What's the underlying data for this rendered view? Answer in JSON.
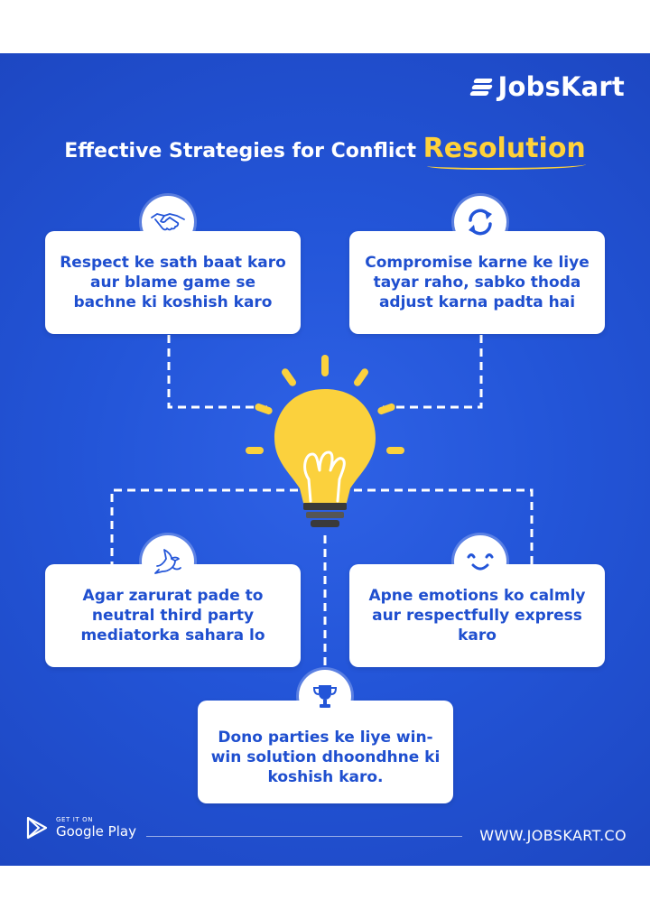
{
  "brand": {
    "name": "JobsKart"
  },
  "title": {
    "prefix": "Effective Strategies for Conflict ",
    "highlight": "Resolution"
  },
  "cards": [
    {
      "text": "Respect ke sath baat karo aur blame game se bachne ki koshish karo",
      "icon": "handshake-icon"
    },
    {
      "text": "Compromise karne ke liye tayar raho, sabko thoda adjust karna padta hai",
      "icon": "refresh-icon"
    },
    {
      "text": "Agar zarurat pade to neutral third party mediatorka sahara lo",
      "icon": "dove-icon"
    },
    {
      "text": "Apne emotions ko calmly aur respectfully express karo",
      "icon": "smile-icon"
    },
    {
      "text": "Dono parties ke liye win-win solution dhoondhne ki koshish karo.",
      "icon": "trophy-icon"
    }
  ],
  "footer": {
    "store_small": "GET IT ON",
    "store_big": "Google Play",
    "url": "WWW.JOBSKART.CO"
  },
  "colors": {
    "background": "#2355d8",
    "accent": "#ffd23a",
    "card_text": "#1f4fcf",
    "bulb": "#fbd13d"
  }
}
